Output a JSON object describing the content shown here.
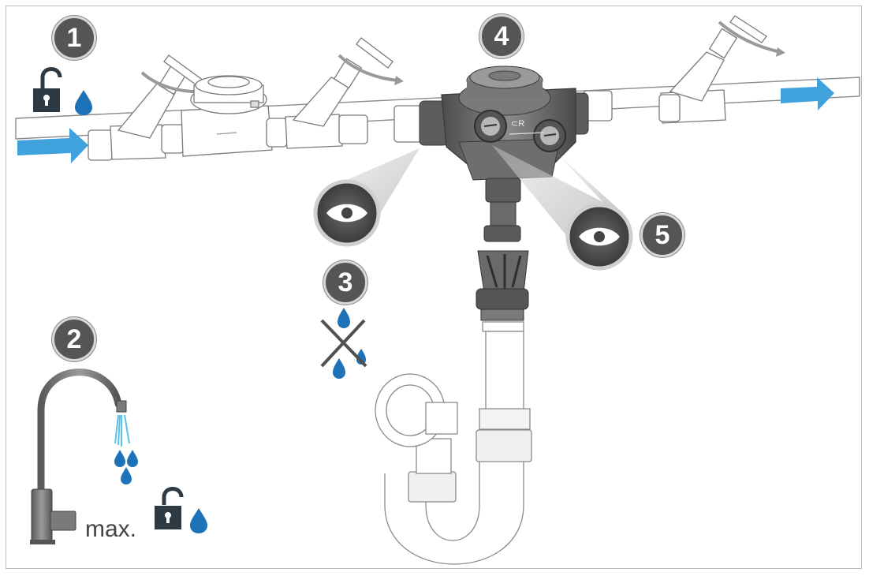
{
  "steps": [
    "1",
    "2",
    "3",
    "4",
    "5"
  ],
  "faucet": {
    "label": "max."
  },
  "colors": {
    "flow_arrow": "#3fa2dc",
    "water_drop": "#1e73b8",
    "step_badge": "#555555",
    "pipe_outline": "#8a8a8a",
    "filter_body": "#6a6a6a",
    "lock": "#2d3a44"
  },
  "icons": [
    "unlock-icon",
    "water-drop-icon",
    "eye-icon",
    "no-water-icon",
    "flow-arrow-icon"
  ]
}
